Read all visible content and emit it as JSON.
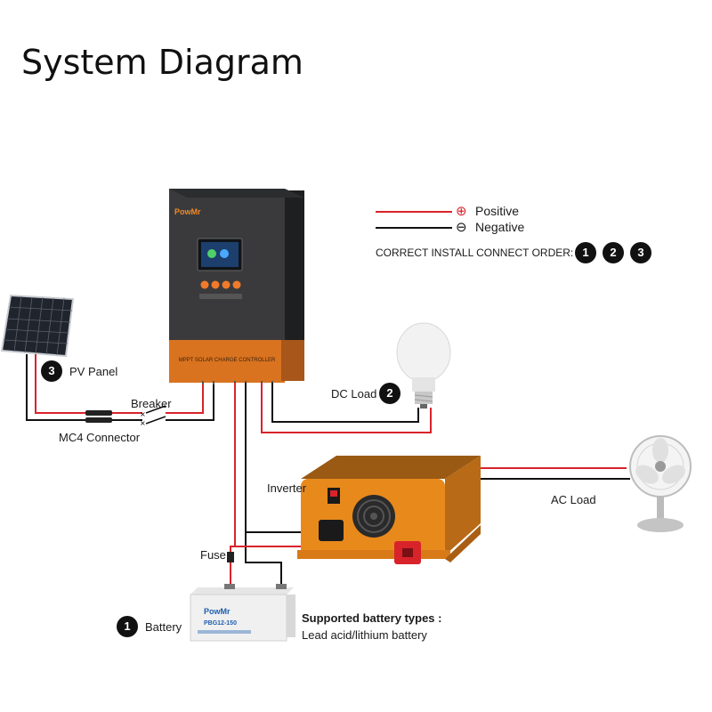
{
  "title": "System Diagram",
  "legend": {
    "positive_symbol": "⊕",
    "positive_label": "Positive",
    "negative_symbol": "⊖",
    "negative_label": "Negative",
    "order_label": "CORRECT INSTALL CONNECT ORDER:",
    "order_steps": [
      "1",
      "2",
      "3"
    ]
  },
  "controller": {
    "brand": "PowMr",
    "model_label": "MPPT SOLAR CHARGE CONTROLLER"
  },
  "labels": {
    "pv_panel": "PV Panel",
    "pv_step": "3",
    "breaker": "Breaker",
    "mc4": "MC4 Connector",
    "dc_load": "DC Load",
    "dc_step": "2",
    "inverter": "Inverter",
    "ac_load": "AC Load",
    "fuse": "Fuse",
    "battery": "Battery",
    "battery_step": "1",
    "supported_title": "Supported battery types :",
    "supported_list": "Lead acid/lithium battery"
  },
  "battery": {
    "brand": "PowMr",
    "model": "PBG12-150"
  },
  "colors": {
    "positive": "#d9232a",
    "negative": "#111111",
    "controller_body": "#3a3a3c",
    "controller_accent": "#d9731f",
    "inverter_body": "#e8891c"
  }
}
